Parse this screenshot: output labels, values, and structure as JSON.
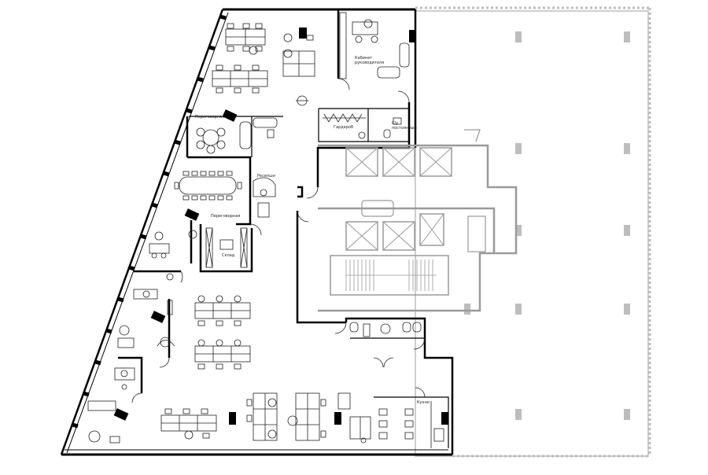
{
  "rooms": {
    "manager_office": "Кабинет\nруководителя",
    "meeting_room_top": "Переговорная",
    "cloakroom": "Гардероб",
    "wc": "С/у\nпостоянный",
    "reception": "Ресепшн",
    "meeting_room_main": "Переговорная",
    "warehouse": "Склад",
    "kitchen": "Кухня"
  },
  "colors": {
    "wall": "#000000",
    "core": "#9a9a9a",
    "furniture": "#222222",
    "future_zone": "#bdbdbd"
  }
}
